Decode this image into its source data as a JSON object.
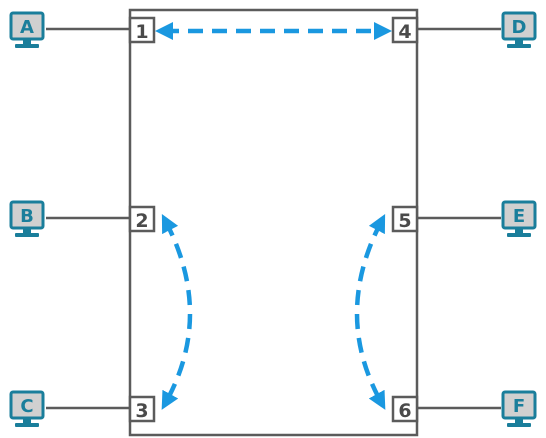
{
  "colors": {
    "frame": "#5b5b5b",
    "pc_frame": "#1a7e9b",
    "pc_face": "#d0d0d0",
    "port_text": "#4a4a4a",
    "arrow": "#1a98e0"
  },
  "device": {
    "ports": [
      {
        "id": "p1",
        "label": "1"
      },
      {
        "id": "p2",
        "label": "2"
      },
      {
        "id": "p3",
        "label": "3"
      },
      {
        "id": "p4",
        "label": "4"
      },
      {
        "id": "p5",
        "label": "5"
      },
      {
        "id": "p6",
        "label": "6"
      }
    ]
  },
  "pcs": [
    {
      "id": "pc-a",
      "label": "A",
      "icon": "computer-icon"
    },
    {
      "id": "pc-b",
      "label": "B",
      "icon": "computer-icon"
    },
    {
      "id": "pc-c",
      "label": "C",
      "icon": "computer-icon"
    },
    {
      "id": "pc-d",
      "label": "D",
      "icon": "computer-icon"
    },
    {
      "id": "pc-e",
      "label": "E",
      "icon": "computer-icon"
    },
    {
      "id": "pc-f",
      "label": "F",
      "icon": "computer-icon"
    }
  ],
  "links": [
    {
      "from": "1",
      "to": "4",
      "style": "dashed-double-arrow"
    },
    {
      "from": "2",
      "to": "3",
      "style": "dashed-double-arrow"
    },
    {
      "from": "5",
      "to": "6",
      "style": "dashed-double-arrow"
    }
  ]
}
